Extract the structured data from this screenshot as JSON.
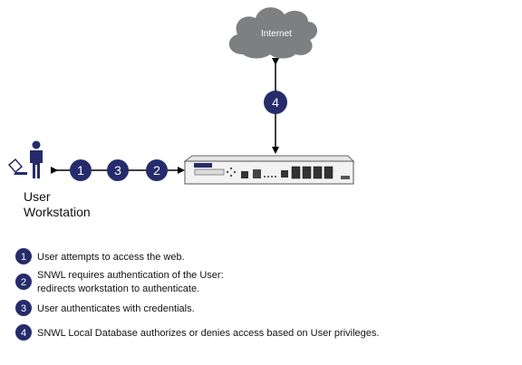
{
  "colors": {
    "badge": "#262c6b",
    "cloud": "#7d7f80",
    "line": "#000000"
  },
  "cloud": {
    "label": "Internet"
  },
  "workstation": {
    "line1": "User",
    "line2": "Workstation"
  },
  "steps": [
    {
      "num": "1"
    },
    {
      "num": "3"
    },
    {
      "num": "2"
    },
    {
      "num": "4"
    }
  ],
  "legend": [
    {
      "num": "1",
      "lines": [
        "User attempts to access the web."
      ]
    },
    {
      "num": "2",
      "lines": [
        "SNWL requires authentication of the User:",
        "redirects workstation to authenticate."
      ]
    },
    {
      "num": "3",
      "lines": [
        "User authenticates with credentials."
      ]
    },
    {
      "num": "4",
      "lines": [
        "SNWL Local Database authorizes or denies access based on User privileges."
      ]
    }
  ],
  "icons": {
    "cloud": "cloud-icon",
    "user": "user-icon",
    "laptop": "laptop-icon",
    "firewall": "firewall-appliance-icon"
  }
}
